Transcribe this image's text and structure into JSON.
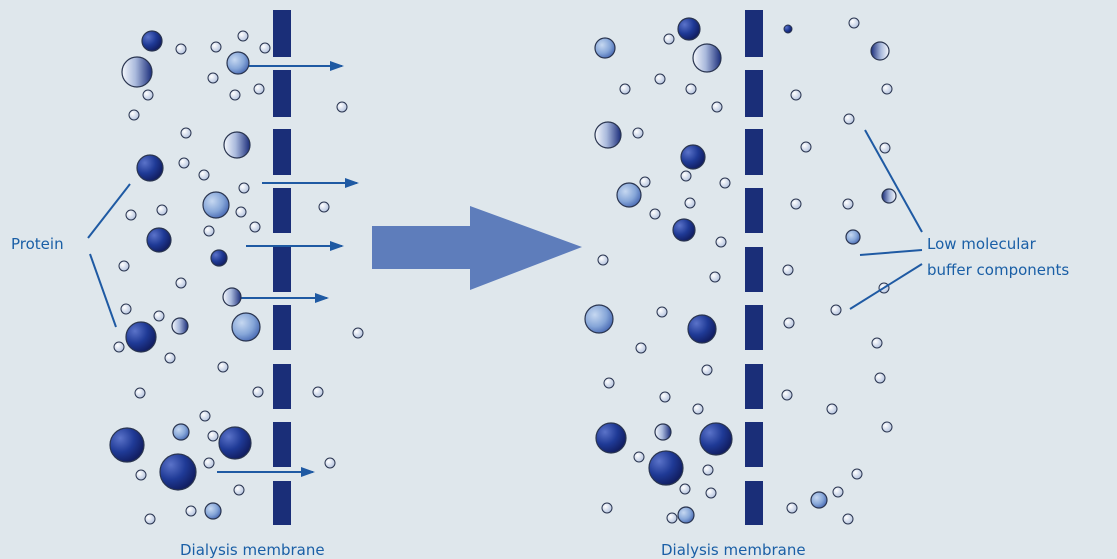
{
  "labels": {
    "protein": "Protein",
    "buffer_line1": "Low molecular",
    "buffer_line2": "buffer components",
    "membrane_left": "Dialysis membrane",
    "membrane_right": "Dialysis membrane"
  },
  "colors": {
    "background": "#dfe7ec",
    "membrane": "#1a2e78",
    "arrow": "#1f5aa3",
    "big_arrow": "#5e7dbb",
    "label_text": "#1a5fa6",
    "leader_line": "#1f5aa3",
    "protein_dark": "#16266e",
    "protein_light": "#8fb0dd"
  }
}
